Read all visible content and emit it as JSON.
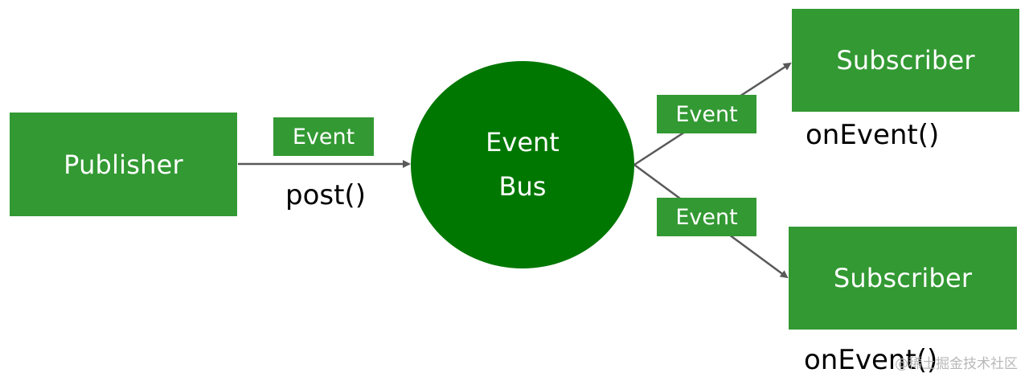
{
  "colors": {
    "node_green": "#339933",
    "bus_green": "#007700",
    "arrow_gray": "#595959"
  },
  "publisher": {
    "label": "Publisher"
  },
  "post_call": "post()",
  "event_bus": {
    "line1": "Event",
    "line2": "Bus"
  },
  "events": [
    {
      "label": "Event"
    },
    {
      "label": "Event"
    },
    {
      "label": "Event"
    }
  ],
  "subscribers": [
    {
      "label": "Subscriber",
      "callback": "onEvent()"
    },
    {
      "label": "Subscriber",
      "callback": "onEvent()"
    }
  ],
  "watermark": "@稀土掘金技术社区"
}
